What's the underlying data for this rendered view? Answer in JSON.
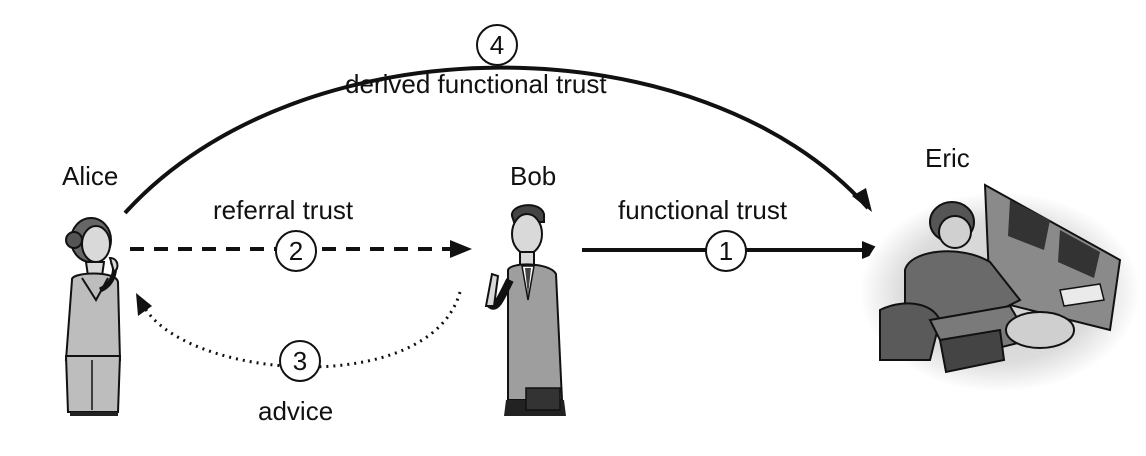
{
  "actors": {
    "alice": "Alice",
    "bob": "Bob",
    "eric": "Eric"
  },
  "edges": {
    "derived": {
      "number": "4",
      "label": "derived functional trust"
    },
    "referral": {
      "number": "2",
      "label": "referral trust"
    },
    "functional": {
      "number": "1",
      "label": "functional trust"
    },
    "advice": {
      "number": "3",
      "label": "advice"
    }
  },
  "colors": {
    "ink": "#111111",
    "figure_fill": "#bdbdbd",
    "figure_dark": "#555555",
    "eric_backdrop": "#d6d6d6"
  }
}
